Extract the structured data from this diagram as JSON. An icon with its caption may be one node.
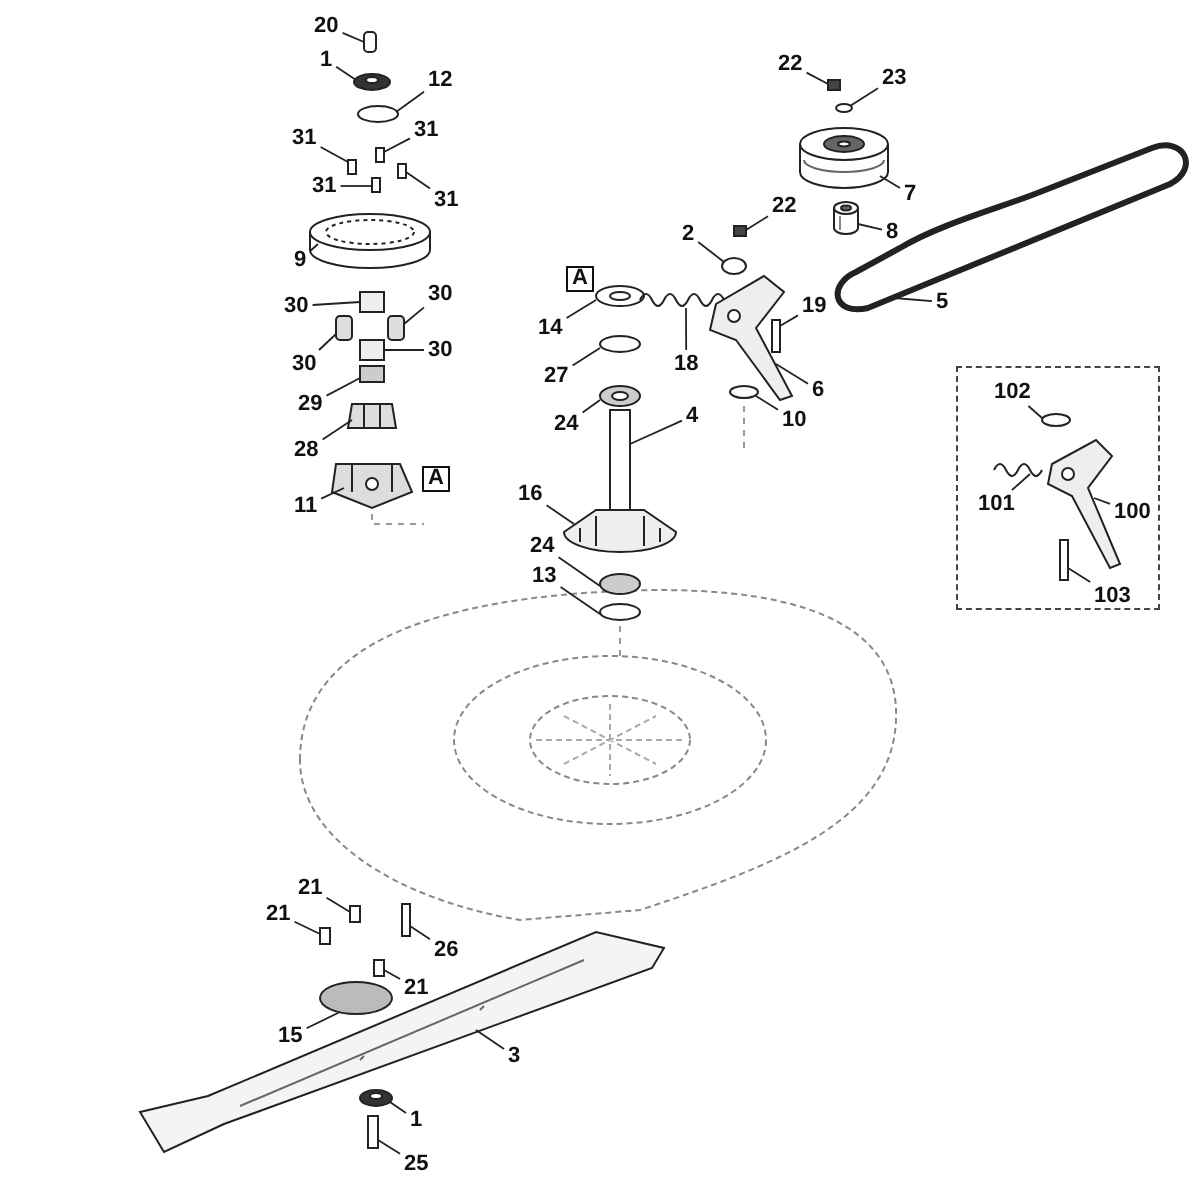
{
  "diagram": {
    "nodes": [
      {
        "text": [
          "20"
        ]
      },
      {
        "text": [
          "1"
        ]
      },
      {
        "text": [
          "12"
        ]
      },
      {
        "text": [
          "31"
        ]
      },
      {
        "text": [
          "31"
        ]
      },
      {
        "text": [
          "31"
        ]
      },
      {
        "text": [
          "31"
        ]
      },
      {
        "text": [
          "9"
        ]
      },
      {
        "text": [
          "30"
        ]
      },
      {
        "text": [
          "30"
        ]
      },
      {
        "text": [
          "30"
        ]
      },
      {
        "text": [
          "30"
        ]
      },
      {
        "text": [
          "29"
        ]
      },
      {
        "text": [
          "28"
        ]
      },
      {
        "text": [
          "11"
        ]
      },
      {
        "text": [
          "A"
        ]
      },
      {
        "text": [
          "22"
        ]
      },
      {
        "text": [
          "23"
        ]
      },
      {
        "text": [
          "7"
        ]
      },
      {
        "text": [
          "8"
        ]
      },
      {
        "text": [
          "22"
        ]
      },
      {
        "text": [
          "2"
        ]
      },
      {
        "text": [
          "A"
        ]
      },
      {
        "text": [
          "5"
        ]
      },
      {
        "text": [
          "14"
        ]
      },
      {
        "text": [
          "19"
        ]
      },
      {
        "text": [
          "18"
        ]
      },
      {
        "text": [
          "27"
        ]
      },
      {
        "text": [
          "6"
        ]
      },
      {
        "text": [
          "4"
        ]
      },
      {
        "text": [
          "10"
        ]
      },
      {
        "text": [
          "24"
        ]
      },
      {
        "text": [],
        "shape": "box"
      },
      {
        "text": [
          "102"
        ],
        "in": 32
      },
      {
        "text": [
          "101"
        ],
        "in": 32
      },
      {
        "text": [
          "100"
        ],
        "in": 32
      },
      {
        "text": [
          "103"
        ],
        "in": 32
      },
      {
        "text": [
          "16"
        ]
      },
      {
        "text": [
          "24"
        ]
      },
      {
        "text": [
          "13"
        ]
      },
      {
        "text": [
          "21"
        ]
      },
      {
        "text": [
          "21"
        ]
      },
      {
        "text": [
          "26"
        ]
      },
      {
        "text": [
          "21"
        ]
      },
      {
        "text": [
          "15"
        ]
      },
      {
        "text": [
          "3"
        ]
      },
      {
        "text": [
          "1"
        ]
      },
      {
        "text": [
          "25"
        ]
      },
      {
        "text": [],
        "shape": "box"
      },
      {
        "text": [],
        "shape": "picture"
      },
      {
        "text": [],
        "shape": "circle"
      },
      {
        "text": [],
        "shape": "box"
      },
      {
        "text": [],
        "shape": "box"
      },
      {
        "text": [],
        "shape": "box"
      },
      {
        "text": [],
        "shape": "box"
      },
      {
        "text": [],
        "shape": "picture"
      },
      {
        "text": [],
        "shape": "box"
      },
      {
        "text": [],
        "shape": "box"
      },
      {
        "text": [],
        "shape": "box"
      },
      {
        "text": [],
        "shape": "box"
      },
      {
        "text": [],
        "shape": "box"
      },
      {
        "text": [],
        "shape": "picture"
      },
      {
        "text": [],
        "shape": "picture"
      },
      {
        "text": [],
        "shape": "box"
      },
      {
        "text": [],
        "shape": "circle"
      },
      {
        "text": [],
        "shape": "picture"
      },
      {
        "text": [],
        "shape": "picture"
      },
      {
        "text": [],
        "shape": "box"
      },
      {
        "text": [],
        "shape": "circle"
      },
      {
        "text": [],
        "shape": "picture"
      },
      {
        "text": [],
        "shape": "picture"
      },
      {
        "text": [],
        "shape": "box"
      },
      {
        "text": [],
        "shape": "picture"
      },
      {
        "text": [],
        "shape": "circle"
      },
      {
        "text": [],
        "shape": "picture"
      },
      {
        "text": [],
        "shape": "box"
      },
      {
        "text": [],
        "shape": "circle"
      },
      {
        "text": [],
        "shape": "picture"
      },
      {
        "text": [],
        "shape": "circle",
        "in": 32
      },
      {
        "text": [],
        "shape": "picture",
        "in": 32
      },
      {
        "text": [],
        "shape": "picture",
        "in": 32
      },
      {
        "text": [],
        "shape": "box",
        "in": 32
      },
      {
        "text": [],
        "shape": "picture"
      },
      {
        "text": [],
        "shape": "circle"
      },
      {
        "text": [],
        "shape": "circle"
      },
      {
        "text": [],
        "shape": "box"
      },
      {
        "text": [],
        "shape": "box"
      },
      {
        "text": [],
        "shape": "box"
      },
      {
        "text": [],
        "shape": "box"
      },
      {
        "text": [],
        "shape": "circle"
      },
      {
        "text": [],
        "shape": "picture"
      },
      {
        "text": [],
        "shape": "picture"
      },
      {
        "text": [],
        "shape": "box"
      }
    ],
    "edges": [
      {
        "from": 0,
        "to": 48,
        "arrow": "none"
      },
      {
        "from": 1,
        "to": 49,
        "arrow": "none"
      },
      {
        "from": 2,
        "to": 50,
        "arrow": "none"
      },
      {
        "from": 3,
        "to": 51,
        "arrow": "none"
      },
      {
        "from": 4,
        "to": 52,
        "arrow": "none"
      },
      {
        "from": 5,
        "to": 53,
        "arrow": "none"
      },
      {
        "from": 6,
        "to": 54,
        "arrow": "none"
      },
      {
        "from": 7,
        "to": 55,
        "arrow": "none"
      },
      {
        "from": 8,
        "to": 56,
        "arrow": "none"
      },
      {
        "from": 9,
        "to": 57,
        "arrow": "none"
      },
      {
        "from": 10,
        "to": 58,
        "arrow": "none"
      },
      {
        "from": 11,
        "to": 59,
        "arrow": "none"
      },
      {
        "from": 12,
        "to": 60,
        "arrow": "none"
      },
      {
        "from": 13,
        "to": 61,
        "arrow": "none"
      },
      {
        "from": 14,
        "to": 62,
        "arrow": "none"
      },
      {
        "from": 16,
        "to": 63,
        "arrow": "none"
      },
      {
        "from": 17,
        "to": 64,
        "arrow": "none"
      },
      {
        "from": 18,
        "to": 65,
        "arrow": "none"
      },
      {
        "from": 19,
        "to": 66,
        "arrow": "none"
      },
      {
        "from": 20,
        "to": 67,
        "arrow": "none"
      },
      {
        "from": 21,
        "to": 68,
        "arrow": "none"
      },
      {
        "from": 23,
        "to": 69,
        "arrow": "none"
      },
      {
        "from": 24,
        "to": 70,
        "arrow": "none"
      },
      {
        "from": 25,
        "to": 71,
        "arrow": "none"
      },
      {
        "from": 26,
        "to": 72,
        "arrow": "none"
      },
      {
        "from": 27,
        "to": 73,
        "arrow": "none"
      },
      {
        "from": 28,
        "to": 74,
        "arrow": "none"
      },
      {
        "from": 29,
        "to": 75,
        "arrow": "none"
      },
      {
        "from": 30,
        "to": 76,
        "arrow": "none"
      },
      {
        "from": 31,
        "to": 77,
        "arrow": "none"
      },
      {
        "from": 33,
        "to": 78,
        "arrow": "none"
      },
      {
        "from": 34,
        "to": 79,
        "arrow": "none"
      },
      {
        "from": 35,
        "to": 80,
        "arrow": "none"
      },
      {
        "from": 36,
        "to": 81,
        "arrow": "none"
      },
      {
        "from": 37,
        "to": 82,
        "arrow": "none"
      },
      {
        "from": 38,
        "to": 83,
        "arrow": "none"
      },
      {
        "from": 39,
        "to": 84,
        "arrow": "none"
      },
      {
        "from": 40,
        "to": 85,
        "arrow": "none"
      },
      {
        "from": 41,
        "to": 86,
        "arrow": "none"
      },
      {
        "from": 42,
        "to": 87,
        "arrow": "none"
      },
      {
        "from": 43,
        "to": 88,
        "arrow": "none"
      },
      {
        "from": 44,
        "to": 89,
        "arrow": "none"
      },
      {
        "from": 45,
        "to": 90,
        "arrow": "none"
      },
      {
        "from": 46,
        "to": 91,
        "arrow": "none"
      },
      {
        "from": 47,
        "to": 92,
        "arrow": "none"
      }
    ]
  }
}
